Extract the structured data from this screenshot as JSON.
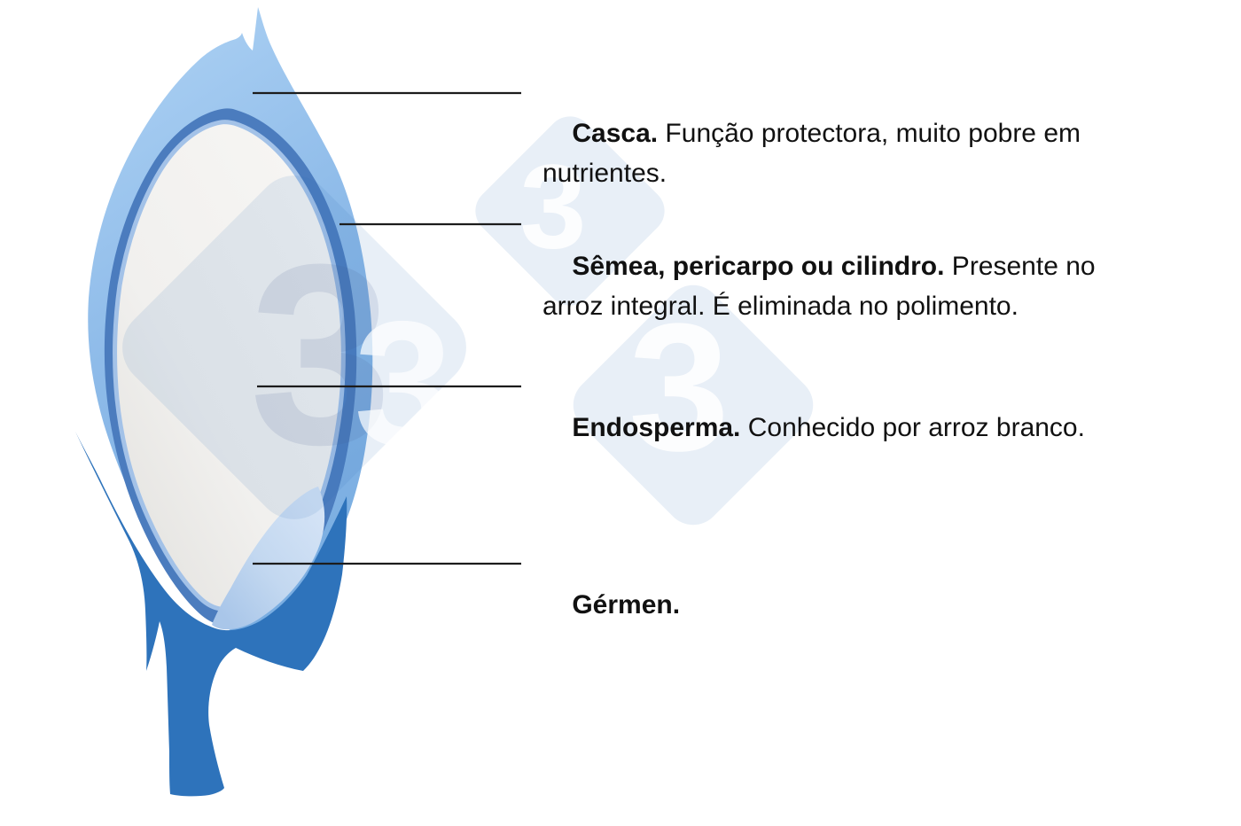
{
  "diagram": {
    "labels": [
      {
        "id": "casca",
        "term": "Casca.",
        "description": " Função protectora, muito pobre em\nnutrientes."
      },
      {
        "id": "semea",
        "term": "Sêmea, pericarpo ou cilindro.",
        "description": " Presente no\narroz integral. É eliminada no polimento."
      },
      {
        "id": "endosperma",
        "term": "Endosperma.",
        "description": " Conhecido por arroz branco."
      },
      {
        "id": "germen",
        "term": "Gérmen.",
        "description": ""
      }
    ],
    "watermark": {
      "digit": "3"
    },
    "colors": {
      "background": "#ffffff",
      "husk_light": "#abd0f3",
      "husk_dark": "#79ade1",
      "bran_ring": "#4b7cbe",
      "bran_ring_highlight": "#a3c2e8",
      "endosperm_light": "#f6f5f3",
      "endosperm_shade": "#e8e7e4",
      "germ_light": "#cfe0f5",
      "germ_shade": "#abc8ea",
      "stalk": "#2e73bb",
      "watermark_tint": "rgba(45,111,181,0.11)",
      "watermark_shadow_digit": "rgba(70,95,150,0.13)",
      "watermark_white_digit": "rgba(255,255,255,0.85)",
      "leader_line": "#1c1c1c",
      "text": "#111111"
    }
  }
}
